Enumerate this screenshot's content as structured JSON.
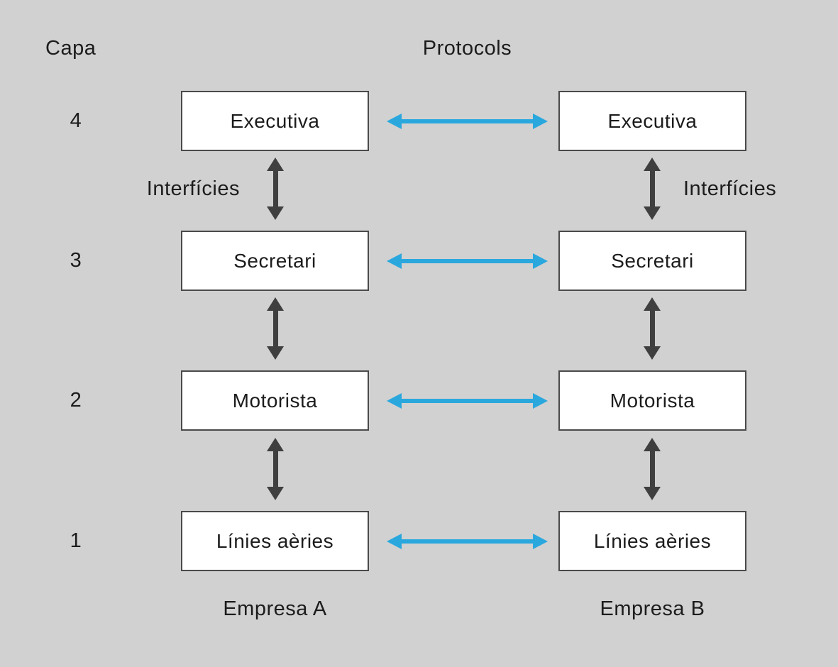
{
  "diagram": {
    "capa_label": "Capa",
    "protocols_label": "Protocols",
    "interficies_left_label": "Interfícies",
    "interficies_right_label": "Interfícies",
    "layers": [
      {
        "number": "4",
        "label_a": "Executiva",
        "label_b": "Executiva"
      },
      {
        "number": "3",
        "label_a": "Secretari",
        "label_b": "Secretari"
      },
      {
        "number": "2",
        "label_a": "Motorista",
        "label_b": "Motorista"
      },
      {
        "number": "1",
        "label_a": "Línies aèries",
        "label_b": "Línies aèries"
      }
    ],
    "company_a_label": "Empresa A",
    "company_b_label": "Empresa B",
    "colors": {
      "background": "#d1d1d1",
      "box_fill": "#ffffff",
      "box_border": "#4a4a4a",
      "protocol_arrow": "#2aa8de",
      "interface_arrow": "#3f3f3f",
      "text": "#1c1c1c"
    }
  }
}
